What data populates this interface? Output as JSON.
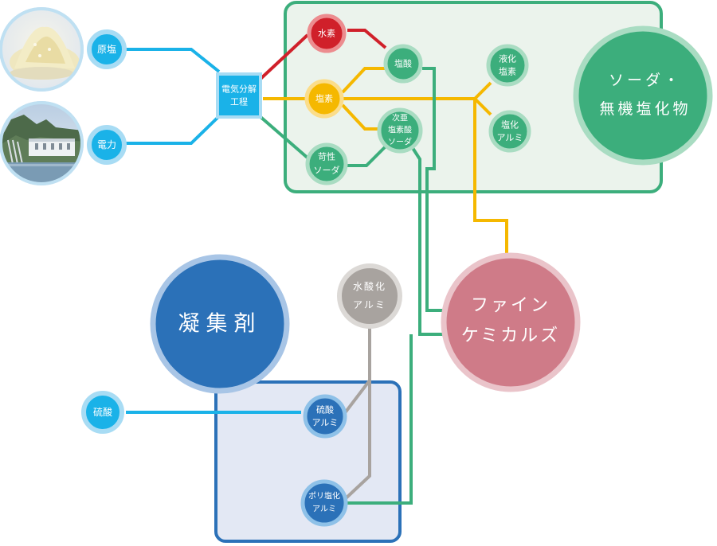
{
  "inputs": {
    "salt": "原塩",
    "power": "電力",
    "sulfuric_acid": "硫酸"
  },
  "process": {
    "electrolysis_line1": "電気分解",
    "electrolysis_line2": "工程"
  },
  "products": {
    "hydrogen": "水素",
    "chlorine": "塩素",
    "caustic_line1": "苛性",
    "caustic_line2": "ソーダ",
    "hcl": "塩酸",
    "hypo_line1": "次亜",
    "hypo_line2": "塩素酸",
    "hypo_line3": "ソーダ",
    "liquid_cl_line1": "液化",
    "liquid_cl_line2": "塩素",
    "alcl_line1": "塩化",
    "alcl_line2": "アルミ",
    "al_hydroxide_line1": "水酸化",
    "al_hydroxide_line2": "アルミ",
    "al_sulfate_line1": "硫酸",
    "al_sulfate_line2": "アルミ",
    "pac_line1": "ポリ塩化",
    "pac_line2": "アルミ"
  },
  "categories": {
    "soda_line1": "ソーダ・",
    "soda_line2": "無機塩化物",
    "fine_line1": "ファイン",
    "fine_line2": "ケミカルズ",
    "coagulant": "凝集剤"
  },
  "colors": {
    "input_blue": "#1ab2e8",
    "hydrogen_red": "#d0202a",
    "chlorine_yellow": "#f5b800",
    "soda_green": "#3cae7c",
    "fine_pink": "#cf7b88",
    "coagulant_blue": "#2b71b8",
    "al_hydroxide_gray": "#a8a39f",
    "panel_green_fill": "#ebf3ec",
    "panel_blue_fill": "#e3e8f4"
  }
}
